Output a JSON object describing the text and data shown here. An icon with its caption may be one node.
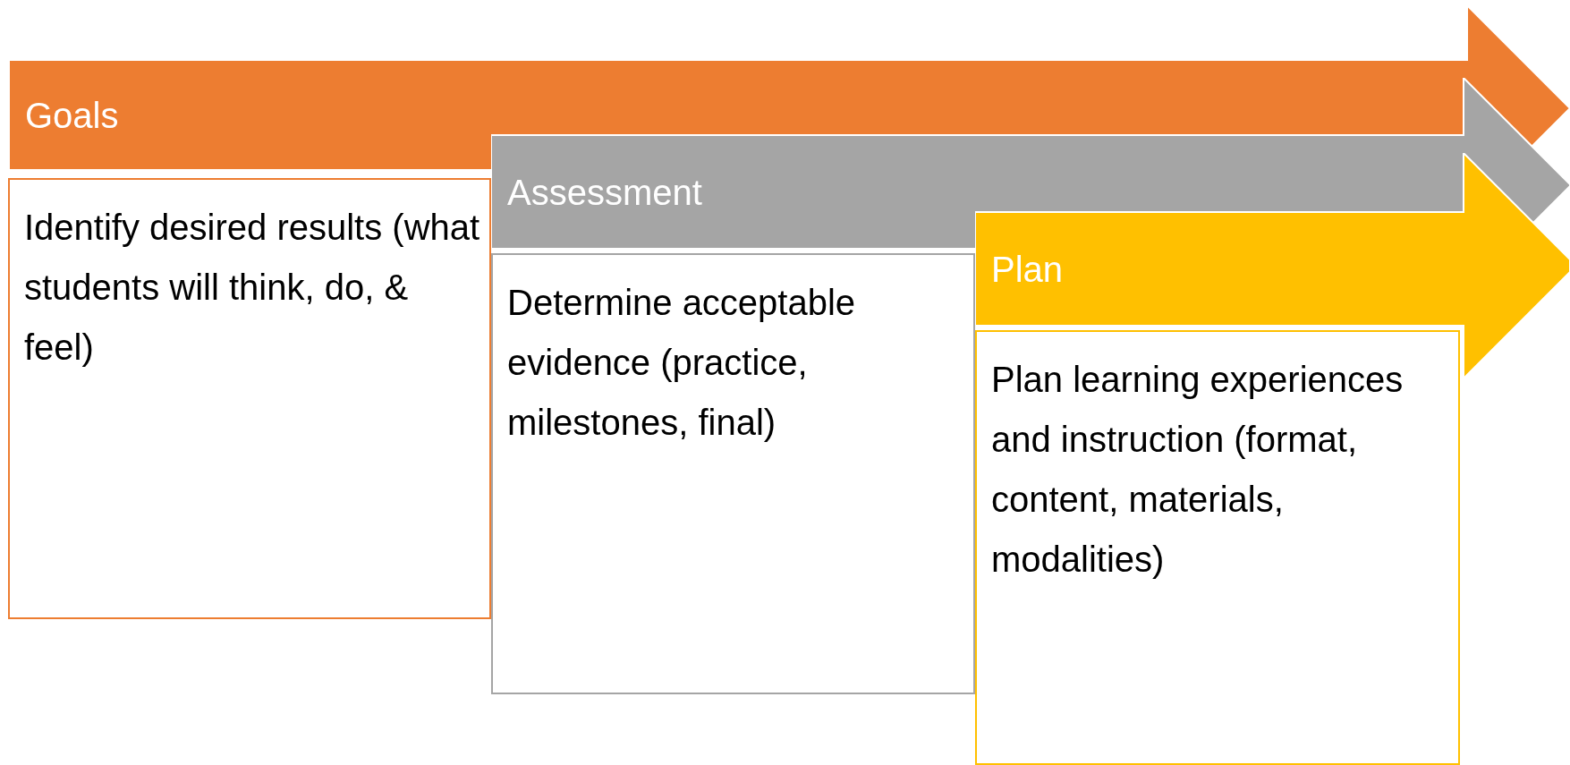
{
  "diagram": {
    "nodes": [
      {
        "text": [
          "Goals"
        ]
      },
      {
        "text": [
          "Identify desired results (what students will think, do, & feel)"
        ]
      },
      {
        "text": [
          "Assessment"
        ]
      },
      {
        "text": [
          "Determine acceptable evidence (practice, milestones, final)"
        ]
      },
      {
        "text": [
          "Plan"
        ]
      },
      {
        "text": [
          "Plan learning experiences and instruction (format, content, materials, modalities)"
        ]
      }
    ]
  }
}
